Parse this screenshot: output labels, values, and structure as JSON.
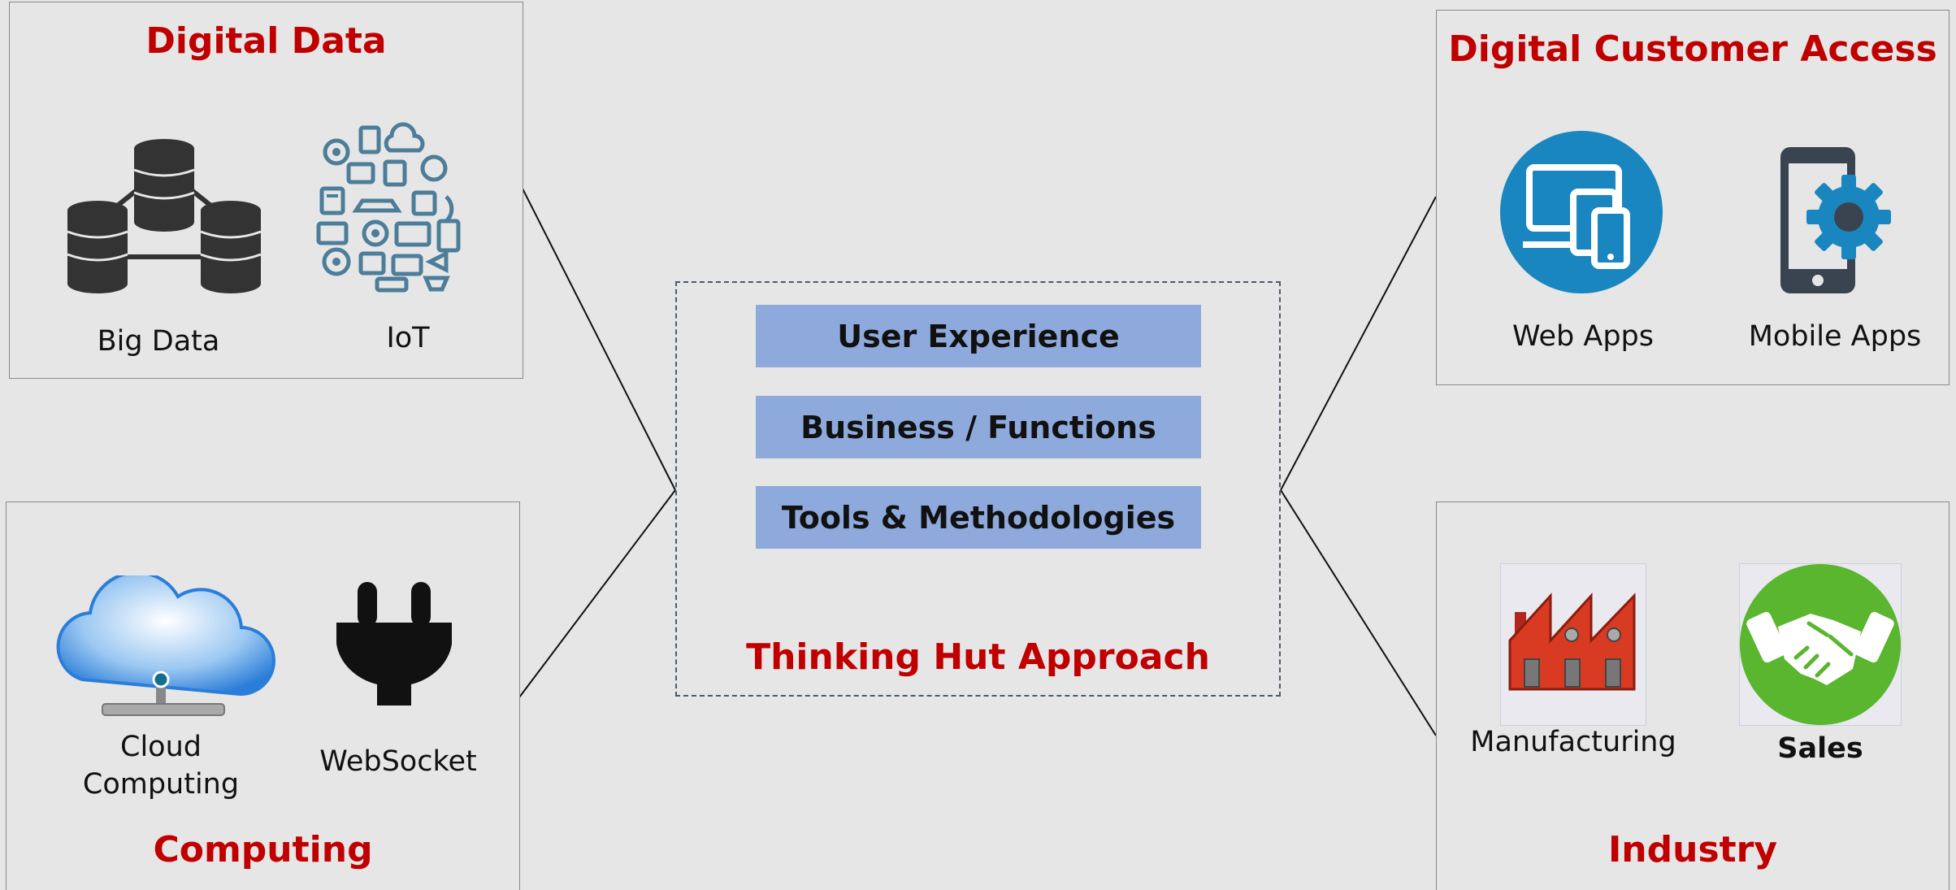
{
  "center": {
    "bars": [
      "User Experience",
      "Business / Functions",
      "Tools & Methodologies"
    ],
    "caption": "Thinking Hut Approach"
  },
  "panels": {
    "digital_data": {
      "title": "Digital Data",
      "items": [
        "Big Data",
        "IoT"
      ]
    },
    "computing": {
      "title": "Computing",
      "items": [
        "Cloud\nComputing",
        "WebSocket"
      ]
    },
    "customer_access": {
      "title": "Digital Customer Access",
      "items": [
        "Web Apps",
        "Mobile Apps"
      ]
    },
    "industry": {
      "title": "Industry",
      "items": [
        "Manufacturing",
        "Sales"
      ]
    }
  },
  "colors": {
    "title_red": "#c00000",
    "bar_blue": "#8eaadc",
    "web_blue": "#1a86bf",
    "sales_green": "#5ab52f"
  },
  "icons": [
    "database-cluster-icon",
    "iot-devices-icon",
    "cloud-icon",
    "plug-icon",
    "web-devices-icon",
    "mobile-gear-icon",
    "factory-icon",
    "handshake-icon"
  ]
}
